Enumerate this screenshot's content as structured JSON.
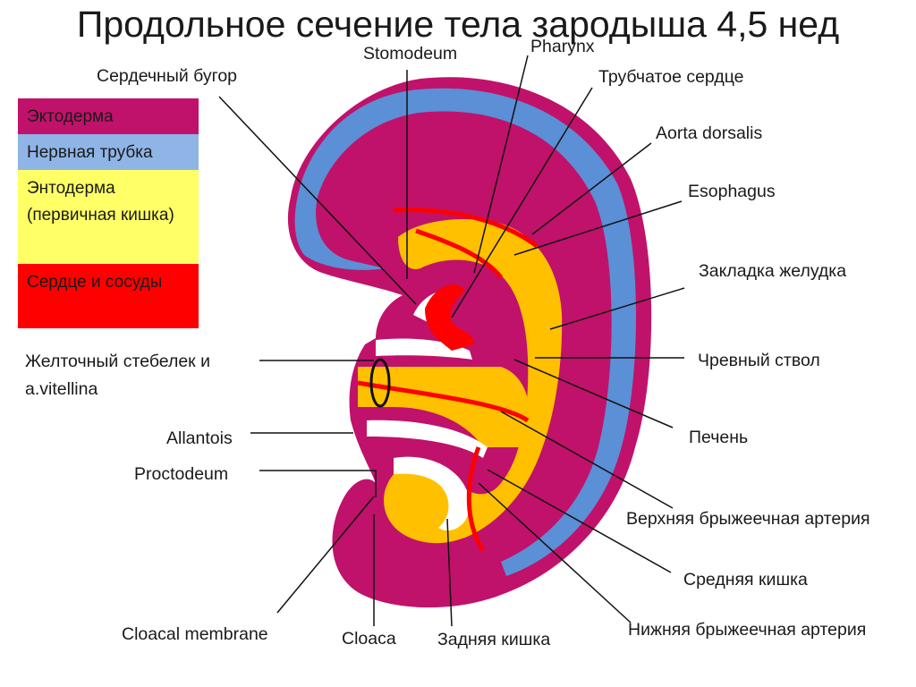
{
  "title": "Продольное сечение тела зародыша 4,5 нед",
  "legend": [
    {
      "label": "Эктодерма",
      "color": "#c0126a"
    },
    {
      "label": "Нервная трубка",
      "color": "#8fb4e6"
    },
    {
      "label": "Энтодерма (первичная кишка)",
      "color": "#ffff66"
    },
    {
      "label": "Сердце и сосуды",
      "color": "#ff0000"
    }
  ],
  "labels": {
    "stomodeum": "Stomodeum",
    "pharynx": "Pharynx",
    "cardiac_bulge": "Сердечный бугор",
    "tubular_heart": "Трубчатое сердце",
    "aorta_dorsalis": "Aorta dorsalis",
    "esophagus": "Esophagus",
    "stomach_primordium": "Закладка желудка",
    "yolk_stalk_line1": "Желточный стебелек и",
    "yolk_stalk_line2": "a.vitellina",
    "celiac_trunk": "Чревный ствол",
    "allantois": "Allantois",
    "liver": "Печень",
    "proctodeum": "Proctodeum",
    "superior_mesenteric": "Верхняя брыжеечная артерия",
    "midgut": "Средняя кишка",
    "inferior_mesenteric": "Нижняя брыжеечная артерия",
    "cloacal_membrane": "Cloacal membrane",
    "cloaca": "Cloaca",
    "hindgut": "Задняя кишка"
  },
  "colors": {
    "ectoderm": "#c0126a",
    "neural_tube": "#5b8fd6",
    "endoderm": "#ffc000",
    "vessels": "#ff0000"
  }
}
